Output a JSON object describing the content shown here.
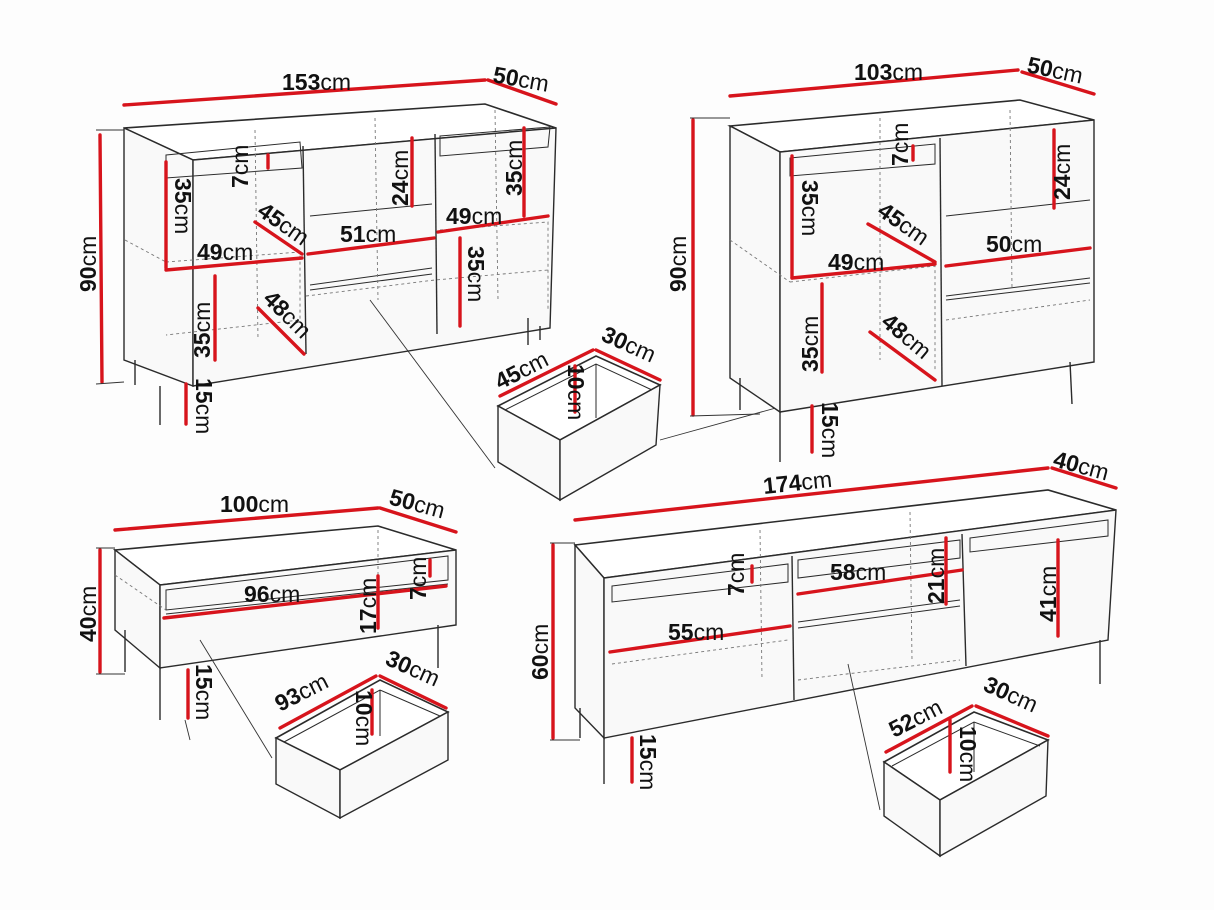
{
  "colors": {
    "dimension": "#d7141c",
    "outline": "#2b2b2b",
    "background": "#fdfdfd"
  },
  "unit": "cm",
  "sideboard_153": {
    "width": "153",
    "depth": "50",
    "height": "90",
    "legs": "15",
    "shelf_h_left": "35",
    "shelf_h_left_lower": "35",
    "shelf_h_right": "35",
    "shelf_h_right_lower": "35",
    "shelf_w_left": "49",
    "shelf_w_right": "49",
    "shelf_d_left": "45",
    "shelf_d_left_lower": "48",
    "drawer_front_h": "7",
    "middle_w": "51",
    "middle_h": "24",
    "drawer": {
      "width": "45",
      "depth": "30",
      "height": "10"
    }
  },
  "sideboard_103": {
    "width": "103",
    "depth": "50",
    "height": "90",
    "legs": "15",
    "shelf_h_upper": "35",
    "shelf_h_lower": "35",
    "shelf_w": "49",
    "shelf_d_upper": "45",
    "shelf_d_lower": "48",
    "drawer_front_h": "7",
    "right_h": "24",
    "right_w": "50"
  },
  "tv_bench_100": {
    "width": "100",
    "depth": "50",
    "height": "40",
    "legs": "15",
    "inner_w": "96",
    "inner_h": "17",
    "drawer_front_h": "7",
    "drawer": {
      "width": "93",
      "depth": "30",
      "height": "10"
    }
  },
  "tv_bench_174": {
    "width": "174",
    "depth": "40",
    "height": "60",
    "legs": "15",
    "left_w": "55",
    "left_front_h": "7",
    "middle_w": "58",
    "middle_h": "21",
    "right_h": "41",
    "drawer": {
      "width": "52",
      "depth": "30",
      "height": "10"
    }
  }
}
